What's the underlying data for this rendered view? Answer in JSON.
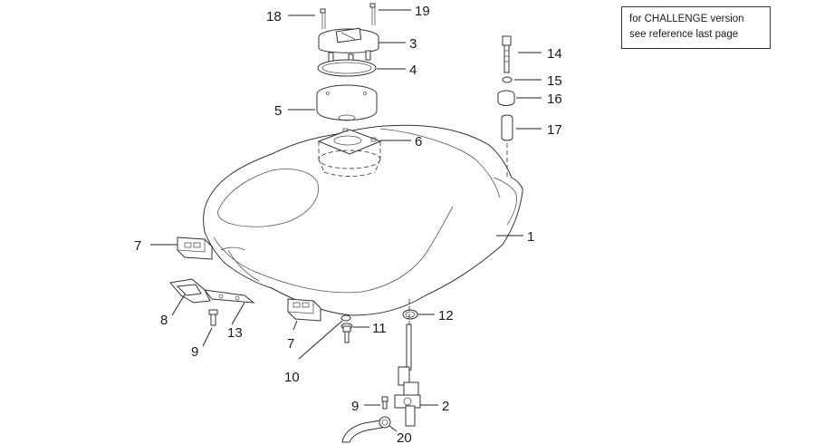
{
  "note": {
    "line1": "for CHALLENGE version",
    "line2": "see reference last page"
  },
  "callouts": {
    "c1": "1",
    "c2": "2",
    "c3": "3",
    "c4": "4",
    "c5": "5",
    "c6": "6",
    "c7a": "7",
    "c7b": "7",
    "c8": "8",
    "c9a": "9",
    "c9b": "9",
    "c10": "10",
    "c11": "11",
    "c12": "12",
    "c13": "13",
    "c14": "14",
    "c15": "15",
    "c16": "16",
    "c17": "17",
    "c18": "18",
    "c19": "19",
    "c20": "20"
  }
}
